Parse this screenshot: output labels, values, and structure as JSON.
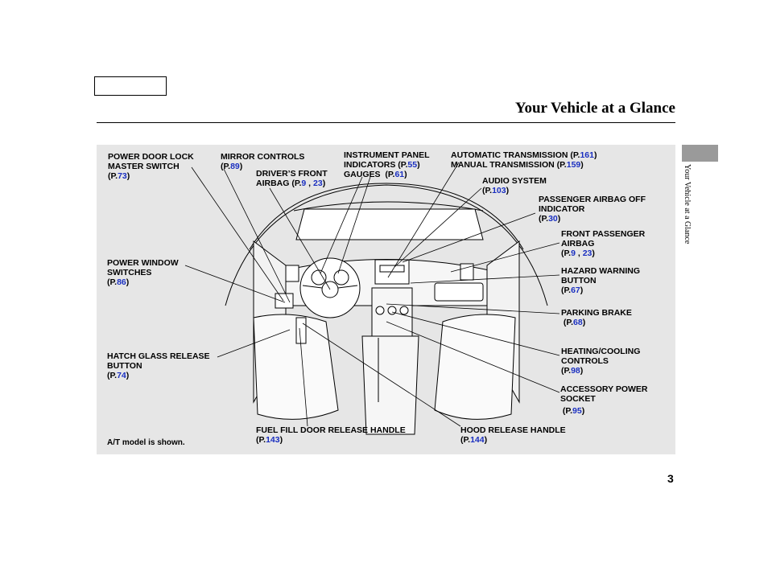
{
  "header": {
    "title": "Your Vehicle at a Glance"
  },
  "side_tab": {
    "label": "Your Vehicle at a Glance"
  },
  "labels": {
    "power_door_lock": {
      "line1": "POWER DOOR LOCK",
      "line2": "MASTER SWITCH",
      "ref_prefix": "(P.",
      "page": "73",
      "ref_suffix": ")"
    },
    "mirror": {
      "line1": "MIRROR CONTROLS",
      "ref_prefix": "(P.",
      "page": "89",
      "ref_suffix": ")"
    },
    "drivers_airbag": {
      "line1": "DRIVER’S FRONT",
      "line2": "AIRBAG",
      "ref_prefix": "(P.",
      "page_a": "9",
      "sep": " , ",
      "page_b": "23",
      "ref_suffix": ")"
    },
    "instrument_panel": {
      "line1": "INSTRUMENT PANEL",
      "line2": "INDICATORS",
      "ref_prefix": "(P.",
      "page": "55",
      "ref_suffix": ")",
      "line3": "GAUGES",
      "ref2_prefix": "(P.",
      "page2": "61",
      "ref2_suffix": ")"
    },
    "transmission": {
      "line1": "AUTOMATIC TRANSMISSION",
      "ref_prefix": "(P.",
      "page": "161",
      "ref_suffix": ")",
      "line2": "MANUAL TRANSMISSION",
      "ref2_prefix": "(P.",
      "page2": "159",
      "ref2_suffix": ")"
    },
    "audio": {
      "line1": "AUDIO SYSTEM",
      "ref_prefix": "(P.",
      "page": "103",
      "ref_suffix": ")"
    },
    "passenger_airbag_off": {
      "line1": "PASSENGER AIRBAG OFF",
      "line2": "INDICATOR",
      "ref_prefix": "(P.",
      "page": "30",
      "ref_suffix": ")"
    },
    "front_passenger_airbag": {
      "line1": "FRONT PASSENGER",
      "line2": "AIRBAG",
      "ref_prefix": "(P.",
      "page_a": "9",
      "sep": " , ",
      "page_b": "23",
      "ref_suffix": ")"
    },
    "power_window": {
      "line1": "POWER WINDOW",
      "line2": "SWITCHES",
      "ref_prefix": "(P.",
      "page": "86",
      "ref_suffix": ")"
    },
    "hazard": {
      "line1": "HAZARD WARNING",
      "line2": "BUTTON",
      "ref_prefix": "(P.",
      "page": "67",
      "ref_suffix": ")"
    },
    "parking_brake": {
      "line1": "PARKING BRAKE",
      "ref_prefix": "(P.",
      "page": "68",
      "ref_suffix": ")"
    },
    "hatch_glass": {
      "line1": "HATCH GLASS RELEASE",
      "line2": "BUTTON",
      "ref_prefix": "(P.",
      "page": "74",
      "ref_suffix": ")"
    },
    "heating_cooling": {
      "line1": "HEATING/COOLING",
      "line2": "CONTROLS",
      "ref_prefix": "(P.",
      "page": "98",
      "ref_suffix": ")"
    },
    "accessory_power": {
      "line1": "ACCESSORY POWER",
      "line2": "SOCKET",
      "ref_prefix": "(P.",
      "page": "95",
      "ref_suffix": ")"
    },
    "fuel_fill": {
      "line1": "FUEL FILL DOOR RELEASE HANDLE",
      "ref_prefix": "(P.",
      "page": "143",
      "ref_suffix": ")"
    },
    "hood_release": {
      "line1": "HOOD RELEASE HANDLE",
      "ref_prefix": "(P.",
      "page": "144",
      "ref_suffix": ")"
    }
  },
  "note": "A/T model is shown.",
  "page_number": "3",
  "colors": {
    "page_ref": "#1a2fc0",
    "panel_bg": "#e6e6e6",
    "side_tab": "#9a9a9a"
  }
}
